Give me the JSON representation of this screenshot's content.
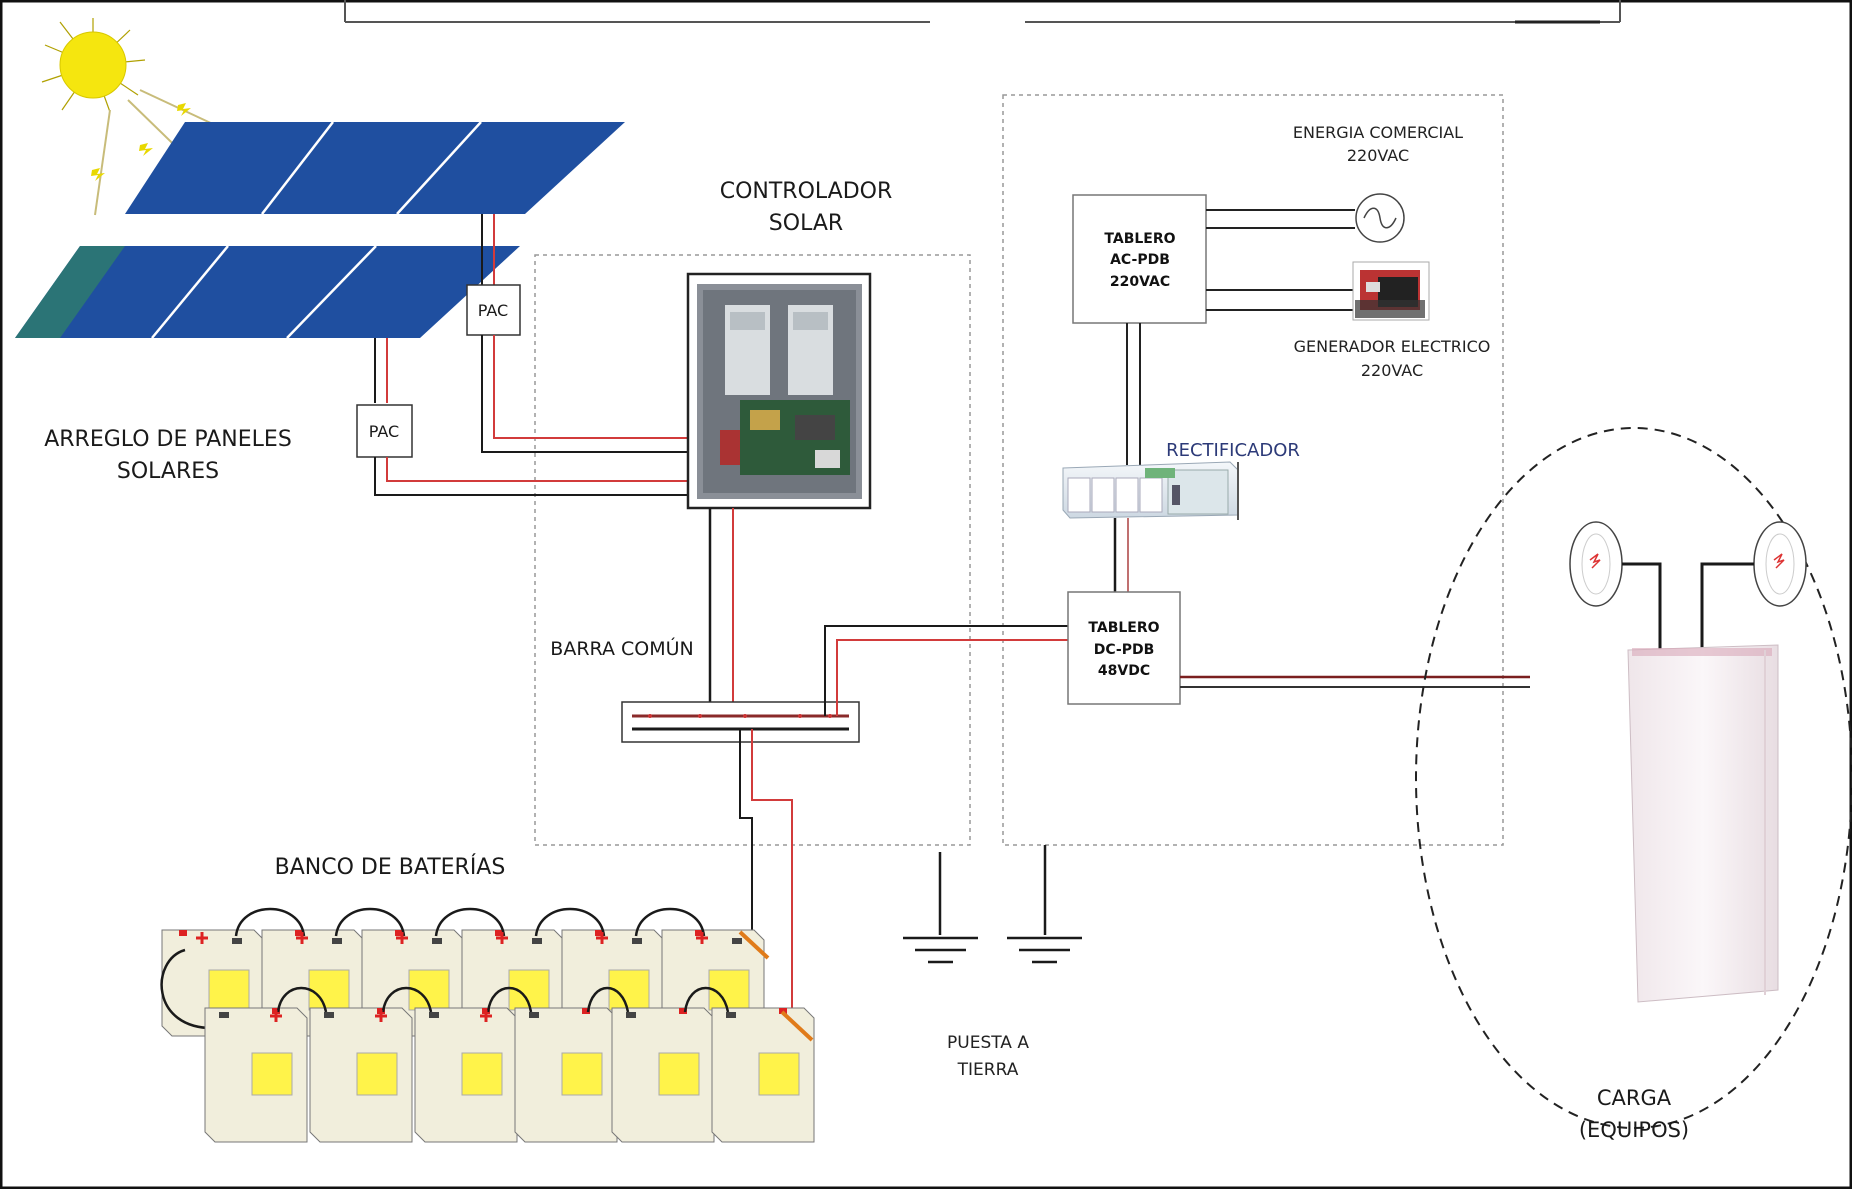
{
  "labels": {
    "panel_array_line1": "ARREGLO DE PANELES",
    "panel_array_line2": "SOLARES",
    "pac_top": "PAC",
    "pac_bottom": "PAC",
    "controller_line1": "CONTROLADOR",
    "controller_line2": "SOLAR",
    "common_bus": "BARRA COMÚN",
    "battery_bank": "BANCO DE BATERÍAS",
    "grounding_line1": "PUESTA A",
    "grounding_line2": "TIERRA",
    "commercial_power_line1": "ENERGIA COMERCIAL",
    "commercial_power_line2": "220VAC",
    "ac_pdb_line1": "TABLERO",
    "ac_pdb_line2": "AC-PDB",
    "ac_pdb_line3": "220VAC",
    "generator_line1": "GENERADOR ELECTRICO",
    "generator_line2": "220VAC",
    "rectifier": "RECTIFICADOR",
    "dc_pdb_line1": "TABLERO",
    "dc_pdb_line2": "DC-PDB",
    "dc_pdb_line3": "48VDC",
    "load_line1": "CARGA",
    "load_line2": "(EQUIPOS)"
  },
  "colors": {
    "panel_blue": "#1f4fa0",
    "wire_red": "#d23b3b",
    "wire_black": "#1a1a1a",
    "sun_yellow": "#f5e60f",
    "battery_body": "#f1eedc",
    "battery_window": "#fff34a",
    "rectifier_label": "#2c3a78"
  }
}
